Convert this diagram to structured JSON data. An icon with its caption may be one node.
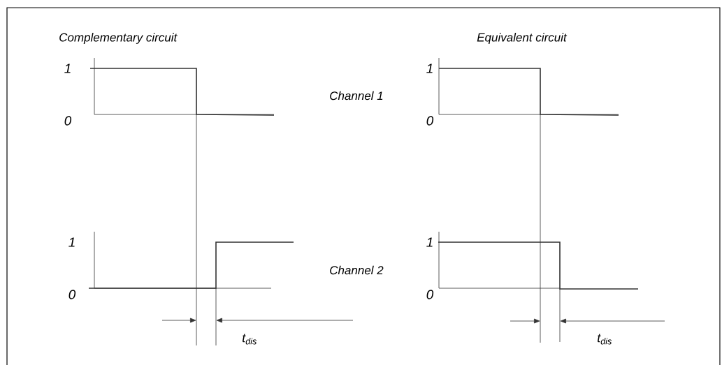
{
  "diagram": {
    "labels": [
      "Complementary circuit",
      "Equivalent circuit",
      "1",
      "1",
      "Channel 1",
      "0",
      "0",
      "1",
      "1",
      "Channel 2",
      "0",
      "0",
      "t$_{dis}$",
      "t$_{dis}$"
    ]
  }
}
